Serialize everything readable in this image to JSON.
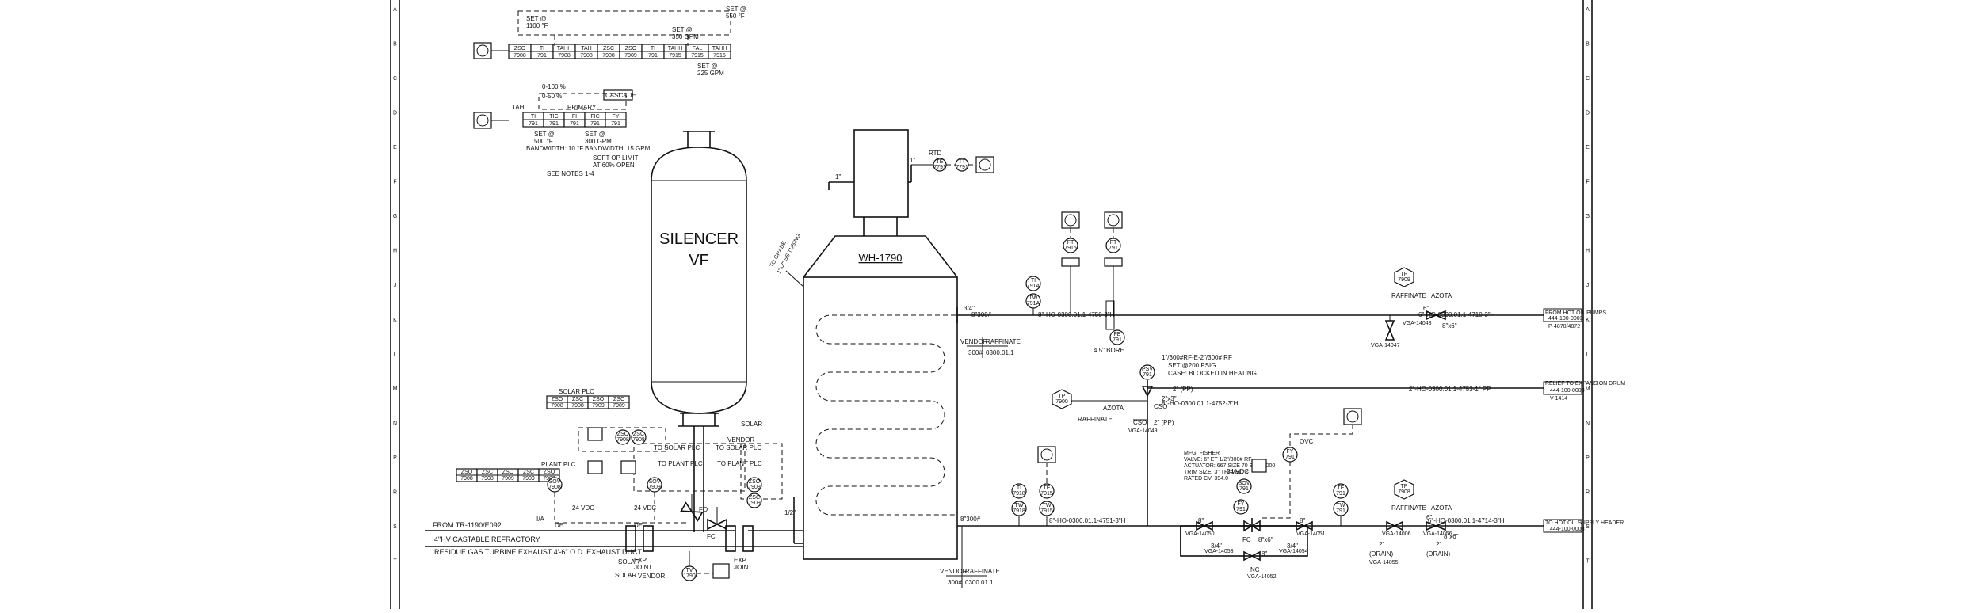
{
  "vessels": {
    "silencer": {
      "name": "SILENCER",
      "sub": "VF"
    },
    "heater": {
      "tag": "WH-1790"
    }
  },
  "line_labels": {
    "rtd": "RTD",
    "te_top": [
      "TE",
      "7791"
    ],
    "tt_top": [
      "TT",
      "7791"
    ],
    "top_size": "1\"",
    "grade_note": [
      "TO GRADE",
      "1\"x2\" SS TUBING"
    ],
    "size_34": "3/4\"",
    "size_12": "1/2\"",
    "l300a": "8\"300#",
    "l300b": "8\"300#",
    "vendor_raff_1": [
      "VENDOR",
      "RAFFINATE"
    ],
    "vendor_raff_1_sub": [
      "300#",
      "0300.01.1"
    ],
    "vendor_raff_2": [
      "VENDOR",
      "RAFFINATE"
    ],
    "vendor_raff_2_sub": [
      "300#",
      "0300.01.1"
    ],
    "line_4750": "8\"-HO-0300.01.1-4750-3\"H",
    "line_4751": "8\"-HO-0300.01.1-4751-3\"H",
    "line_4752": "8\"-HO-0300.01.1-4752-3\"H",
    "line_4753": "2\"-HO-0300.01.1-4753-1\" PP",
    "line_4710": "6\"-HO-0300.01.1-4710-3\"H",
    "line_4714": "6\"-HO-0300.01.1-4714-3\"H",
    "bore": "4.5\" BORE",
    "from_hot_oil": [
      "FROM HOT OIL PUMPS",
      "444-100-0003",
      "P-4870/4872"
    ],
    "relief": [
      "RELIEF TO EXPANSION DRUM",
      "444-100-0003",
      "V-1414"
    ],
    "to_hot_oil": [
      "TO HOT OIL SUPPLY HEADER",
      "444-100-0003"
    ],
    "raffinate": "RAFFINATE",
    "azota": "AZOTA",
    "psv_note": [
      "1\"/300#RF-E-2\"/300# RF",
      "SET @200 PSIG",
      "CASE: BLOCKED IN HEATING"
    ],
    "cso": "CSO",
    "pp": "2\" (PP)",
    "size_2x3": "2\"x3\"",
    "valve_note": [
      "MFG: FISHER",
      "VALVE: 6\" ET 1/2\"/300# RF",
      "ACTUATOR: 667 SIZE 70 ENG 4000",
      "TRIM SIZE: 3\" TRAVEL: 2\"",
      "RATED CV: 394.0"
    ],
    "vdc_24": "24 VDC",
    "ovc": "OVC",
    "fc": "FC",
    "nc": "NC",
    "drain": "(DRAIN)",
    "size_6": "6\"",
    "size_8": "8\"",
    "size_8x6": "8\"x6\"",
    "size_2": "2\"",
    "solar": "SOLAR",
    "vendor": "VENDOR",
    "to_solar_plc": "TO SOLAR PLC",
    "to_plant_plc": "TO PLANT PLC",
    "solar_plc": "SOLAR PLC",
    "plant_plc": "PLANT PLC",
    "from_tr": "FROM TR-1190/E092",
    "refractory": "4\"HV CASTABLE REFRACTORY",
    "exhaust": "RESIDUE GAS TURBINE EXHAUST 4'-6\" O.D. EXHAUST DUCT",
    "exp_joint": [
      "EXP",
      "JOINT"
    ],
    "io": "I/A",
    "fo": "FO",
    "de": "DE"
  },
  "valve_tags": {
    "vga_14048": "VGA-14048",
    "vga_14047": "VGA-14047",
    "vga_14049": "VGA-14049",
    "vga_14050": "VGA-14050",
    "vga_14053": "VGA-14053",
    "vga_14052": "VGA-14052",
    "vga_14054": "VGA-14054",
    "vga_14051": "VGA-14051",
    "vga_14055": "VGA-14055",
    "vga_14056": "VGA-14056",
    "vga_14006": "VGA-14006"
  },
  "logic_notes": {
    "set_550": [
      "SET @",
      "550 °F"
    ],
    "set_1100": [
      "SET @",
      "1100 °F"
    ],
    "set_350gpm": [
      "SET @",
      "350 GPM"
    ],
    "set_225gpm": [
      "SET @",
      "225 GPM"
    ],
    "range_100": "0-100 %",
    "range_50": "0-50 %",
    "cascade": "CASCADE",
    "tah": "TAH",
    "primary": "PRIMARY",
    "set_500": [
      "SET @",
      "500 °F"
    ],
    "bw_10": "BANDWIDTH: 10 °F",
    "set_300": [
      "SET @",
      "300 GPM"
    ],
    "bw_15": "BANDWIDTH: 15 GPM",
    "soft_op": [
      "SOFT OP LIMIT",
      "AT 60% OPEN"
    ],
    "see_notes": "SEE NOTES 1-4"
  },
  "instruments": {
    "ti_791a": [
      "TI",
      "791A"
    ],
    "tw_791a": [
      "TW",
      "791A"
    ],
    "ft_7915": [
      "FT",
      "7915"
    ],
    "ft_791": [
      "FT",
      "791"
    ],
    "fe_791": [
      "FE",
      "791"
    ],
    "psv_791": [
      "PSV",
      "791"
    ],
    "ti_7918": [
      "TI",
      "7918"
    ],
    "tw_7918": [
      "TW",
      "7918"
    ],
    "te_7915": [
      "TE",
      "7915"
    ],
    "tw_7915": [
      "TW",
      "7915"
    ],
    "tp_7909": [
      "TP",
      "7909"
    ],
    "tp_7900": [
      "TP",
      "7900"
    ],
    "tp_7908": [
      "TP",
      "7908"
    ],
    "sov_791": [
      "SOV",
      "791"
    ],
    "fy_791": [
      "FY",
      "791"
    ],
    "fy_7910": [
      "FY",
      "791"
    ],
    "te_791": [
      "TE",
      "791"
    ],
    "tw_791": [
      "TW",
      "791"
    ],
    "zso_7908": [
      "ZSO",
      "7908"
    ],
    "zsc_7908": [
      "ZSC",
      "7908"
    ],
    "sov_7908": [
      "SOV",
      "7908"
    ],
    "sov_7909": [
      "SOV",
      "7909"
    ],
    "zso_7909": [
      "ZSO",
      "7909"
    ],
    "zsc_7909": [
      "ZSC",
      "7909"
    ],
    "tv_1790": [
      "TV",
      "1790"
    ]
  },
  "block_rows": {
    "top_row": [
      "ZSO",
      "TI",
      "TAHH",
      "TAH",
      "ZSC",
      "ZSO",
      "TI",
      "TAHH",
      "FAL",
      "TAHH"
    ],
    "top_row_nums": [
      "7908",
      "791",
      "7908",
      "7908",
      "7908",
      "7909",
      "791",
      "7915",
      "7915",
      "7915"
    ],
    "mid_row": [
      "TI",
      "TIC",
      "FI",
      "FIC",
      "FY"
    ],
    "mid_row_nums": [
      "791",
      "791",
      "791",
      "791",
      "791"
    ],
    "solar_plc_row": [
      "ZSO",
      "ZSC",
      "ZSO",
      "ZSC"
    ],
    "solar_plc_nums": [
      "7908",
      "7908",
      "7909",
      "7909"
    ],
    "plant_plc_row": [
      "ZSO",
      "ZSC",
      "ZSO",
      "ZSC",
      "ZSO"
    ],
    "plant_plc_nums": [
      "7908",
      "7908",
      "7909",
      "7909",
      "7909"
    ]
  },
  "border_marks": [
    "A",
    "B",
    "C",
    "D",
    "E",
    "F",
    "G",
    "H",
    "J",
    "K",
    "L",
    "M",
    "N",
    "P",
    "R",
    "S",
    "T"
  ]
}
